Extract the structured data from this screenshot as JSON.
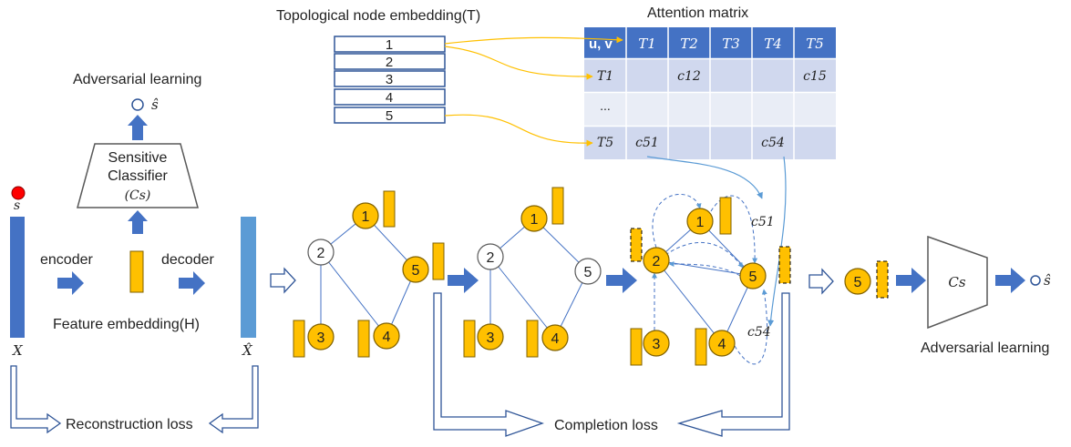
{
  "labels": {
    "topo_embedding": "Topological node embedding(T)",
    "attention_matrix": "Attention matrix",
    "adversarial_learning_left": "Adversarial learning",
    "adversarial_learning_right": "Adversarial learning",
    "s_hat": "ŝ",
    "s_hat_right": "ŝ",
    "sensitive_classifier_line1": "Sensitive",
    "sensitive_classifier_line2": "Classifier",
    "sensitive_classifier_line3": "(Cs)",
    "s_label": "s",
    "encoder": "encoder",
    "decoder": "decoder",
    "feature_embedding": "Feature embedding(H)",
    "x_label": "X",
    "x_hat_label": "X̂",
    "reconstruction_loss": "Reconstruction loss",
    "completion_loss": "Completion loss",
    "cs_right": "Cs",
    "c51_annot": "c51",
    "c54_annot": "c54"
  },
  "topo_rows": [
    "1",
    "2",
    "3",
    "4",
    "5"
  ],
  "attention": {
    "header": [
      "u, v",
      "T1",
      "T2",
      "T3",
      "T4",
      "T5"
    ],
    "rows": [
      [
        "T1",
        "",
        "c12",
        "",
        "",
        "c15"
      ],
      [
        "...",
        "",
        "",
        "",
        "",
        ""
      ],
      [
        "T5",
        "c51",
        "",
        "",
        "c54",
        ""
      ]
    ]
  },
  "graphs": {
    "g1": [
      "1",
      "2",
      "3",
      "4",
      "5"
    ],
    "g2": [
      "1",
      "2",
      "3",
      "4",
      "5"
    ],
    "g3": [
      "1",
      "2",
      "3",
      "4",
      "5"
    ],
    "single": "5"
  },
  "colors": {
    "blue_dark": "#4472C4",
    "blue_light": "#5B9BD5",
    "gold": "#FFC000",
    "table_header": "#4472C4",
    "table_row": "#D0D8EE",
    "table_row_alt": "#E9EDF6",
    "red": "#FF0000"
  }
}
